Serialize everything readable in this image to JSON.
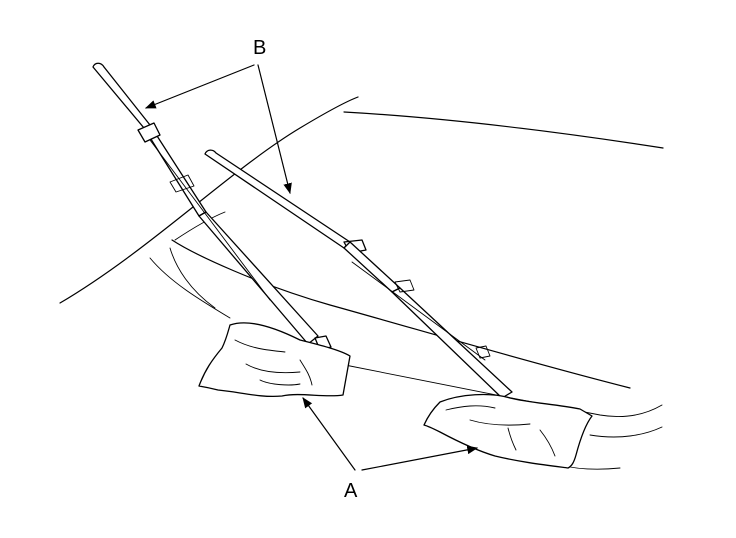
{
  "callouts": {
    "cloth_label": "A",
    "wiper_label": "B"
  },
  "parts": {
    "cloth": "shop-towel",
    "wiper": "wiper-arm-and-blade"
  },
  "colors": {
    "line": "#000000",
    "background": "#ffffff"
  }
}
